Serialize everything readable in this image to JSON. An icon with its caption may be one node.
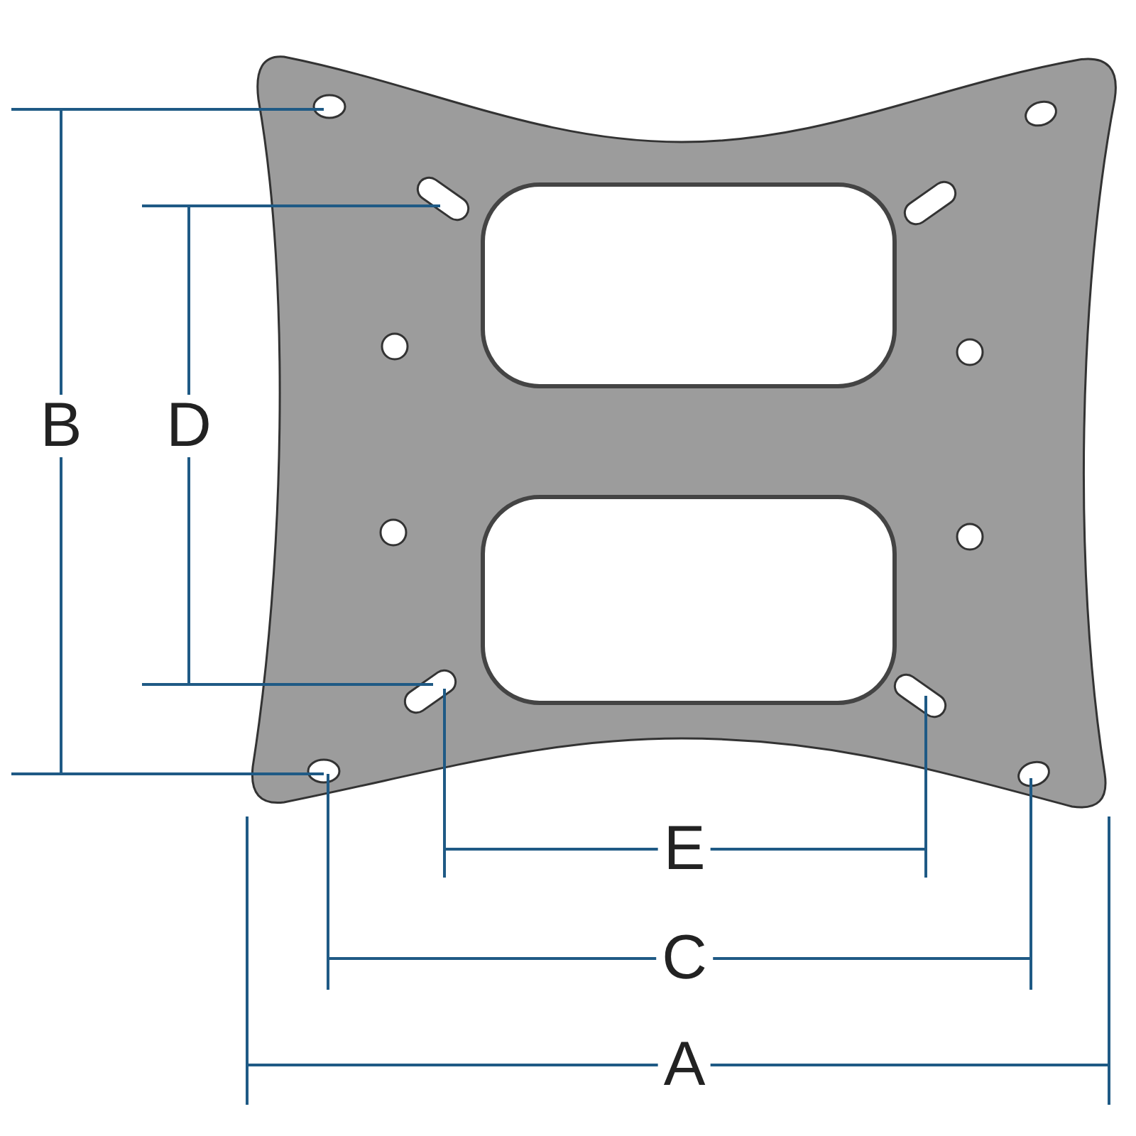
{
  "diagram": {
    "labels": [
      "B",
      "D",
      "E",
      "C",
      "A"
    ]
  }
}
